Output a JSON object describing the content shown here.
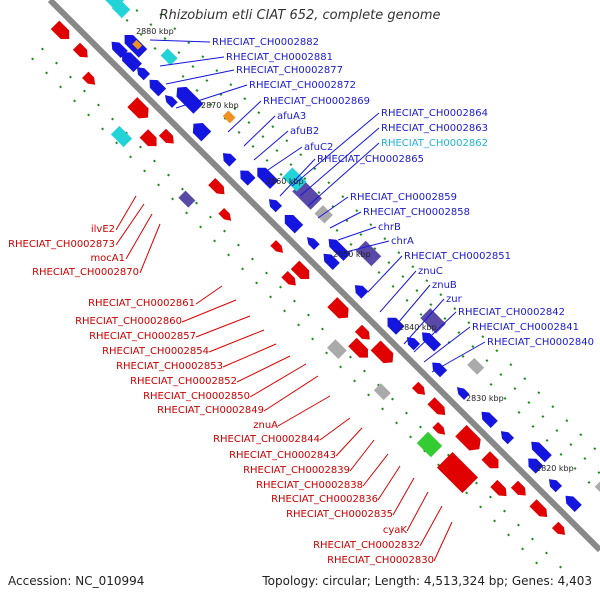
{
  "title": "Rhizobium etli CIAT 652, complete genome",
  "accession": "Accession: NC_010994",
  "summary": "Topology: circular; Length: 4,513,324 bp; Genes: 4,403",
  "tick_labels": [
    "2880 kbp",
    "2870 kbp",
    "2860 kbp",
    "2850 kbp",
    "2840 kbp",
    "2830 kbp",
    "2820 kbp"
  ],
  "right_labels": [
    "RHECIAT_CH0002882",
    "RHECIAT_CH0002881",
    "RHECIAT_CH0002877",
    "RHECIAT_CH0002872",
    "RHECIAT_CH0002869",
    "afuA3",
    "afuB2",
    "afuC2",
    "RHECIAT_CH0002864",
    "RHECIAT_CH0002863",
    "RHECIAT_CH0002862",
    "RHECIAT_CH0002865",
    "RHECIAT_CH0002859",
    "RHECIAT_CH0002858",
    "chrB",
    "chrA",
    "RHECIAT_CH0002851",
    "znuC",
    "znuB",
    "zur",
    "RHECIAT_CH0002842",
    "RHECIAT_CH0002841",
    "RHECIAT_CH0002840"
  ],
  "left_labels": [
    "ilvE2",
    "RHECIAT_CH0002873",
    "mocA1",
    "RHECIAT_CH0002870",
    "RHECIAT_CH0002861",
    "RHECIAT_CH0002860",
    "RHECIAT_CH0002857",
    "RHECIAT_CH0002854",
    "RHECIAT_CH0002853",
    "RHECIAT_CH0002852",
    "RHECIAT_CH0002850",
    "RHECIAT_CH0002849",
    "znuA",
    "RHECIAT_CH0002844",
    "RHECIAT_CH0002843",
    "RHECIAT_CH0002839",
    "RHECIAT_CH0002838",
    "RHECIAT_CH0002836",
    "RHECIAT_CH0002835",
    "cyaK",
    "RHECIAT_CH0002832",
    "RHECIAT_CH0002830"
  ],
  "colors": {
    "backbone": "#888888",
    "forward_cds": "#e00000",
    "reverse_cds": "#1515e0",
    "cog_cyan": "#22d4d8",
    "cog_indigo": "#5a4aa8",
    "cog_gray": "#aaaaaa",
    "cog_green": "#33cc33",
    "cog_orange": "#f09020",
    "gc_tick": "#1a8a1a"
  }
}
